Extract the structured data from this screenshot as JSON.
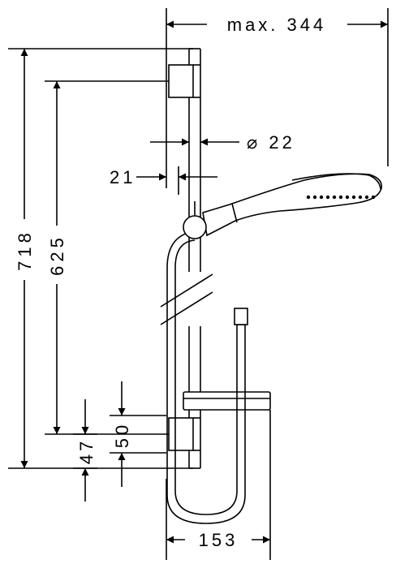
{
  "diagram": {
    "dimensions": {
      "max_width": "max. 344",
      "diameter": "⌀ 22",
      "offset_21": "21",
      "height_718": "718",
      "height_625": "625",
      "height_50": "50",
      "height_47": "47",
      "width_153": "153"
    },
    "colors": {
      "line": "#000000",
      "background": "#ffffff"
    }
  }
}
